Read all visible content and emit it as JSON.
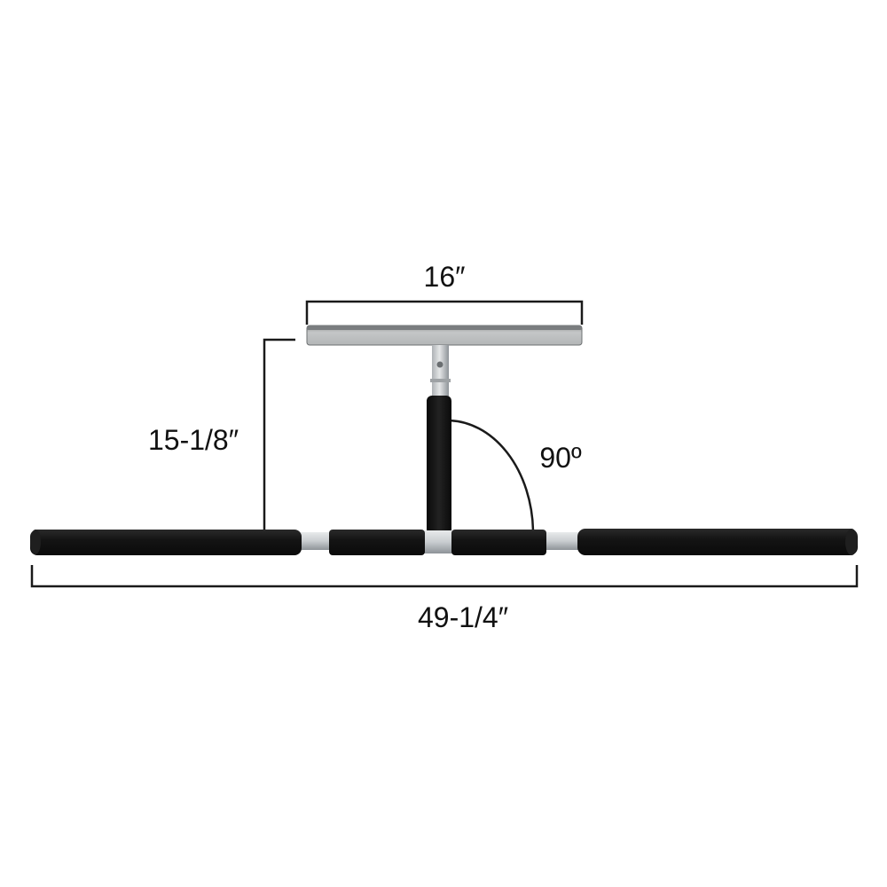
{
  "dimensions": {
    "top_bar_width": "16″",
    "height": "15-1/8″",
    "angle": "90º",
    "overall_length": "49-1/4″"
  },
  "colors": {
    "foam": "#141414",
    "steel": "#c9cdd0",
    "steel_shadow": "#8e9398",
    "plate": "#b9bcbd",
    "line": "#1a1a1a"
  }
}
